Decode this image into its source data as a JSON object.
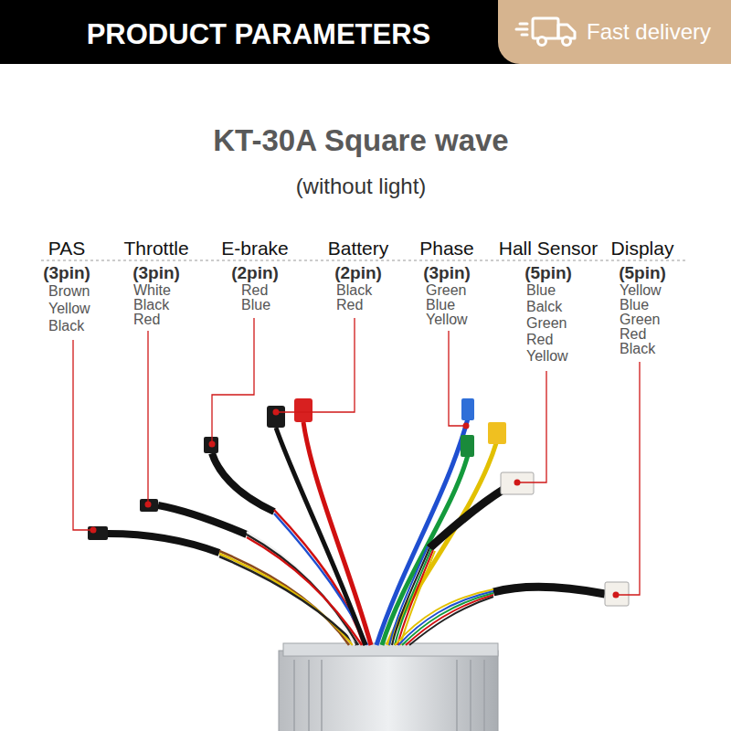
{
  "diagram": {
    "title": "KT-30A Square wave",
    "nodes": [
      {
        "text": [
          "PRODUCT PARAMETERS"
        ]
      },
      {
        "text": [
          "Fast delivery"
        ],
        "in": 0
      }
    ],
    "labels": [
      "(without light)",
      "PAS",
      "(3pin)",
      "Brown",
      "Yellow",
      "Black",
      "Throttle",
      "(3pin)",
      "White",
      "Black",
      "Red",
      "E-brake",
      "(2pin)",
      "Red",
      "Blue",
      "Battery",
      "(2pin)",
      "Black",
      "Red",
      "Phase",
      "(3pin)",
      "Green",
      "Blue",
      "Yellow",
      "Hall Sensor",
      "(5pin)",
      "Blue",
      "Balck",
      "Green",
      "Red",
      "Yellow",
      "Display",
      "(5pin)",
      "Yellow",
      "Blue",
      "Green",
      "Red",
      "Black"
    ]
  }
}
